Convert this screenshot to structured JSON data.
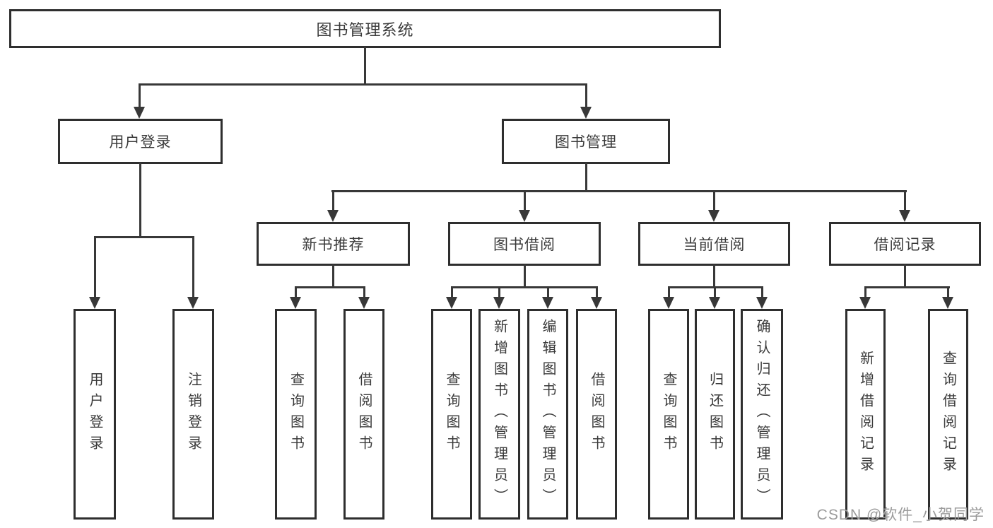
{
  "diagram_title": "图书管理系统",
  "watermark": "CSDN @软件_小贺同学",
  "colors": {
    "line": "#383838",
    "box_border": "#2e2e2e",
    "text": "#3a3a3a",
    "watermark": "#9b9b9b",
    "background": "#ffffff"
  },
  "tree": {
    "label": "图书管理系统",
    "children": [
      {
        "label": "用户登录",
        "children": [
          {
            "label": "用户登录"
          },
          {
            "label": "注销登录"
          }
        ]
      },
      {
        "label": "图书管理",
        "children": [
          {
            "label": "新书推荐",
            "children": [
              {
                "label": "查询图书"
              },
              {
                "label": "借阅图书"
              }
            ]
          },
          {
            "label": "图书借阅",
            "children": [
              {
                "label": "查询图书"
              },
              {
                "label": "新增图书（管理员）"
              },
              {
                "label": "编辑图书（管理员）"
              },
              {
                "label": "借阅图书"
              }
            ]
          },
          {
            "label": "当前借阅",
            "children": [
              {
                "label": "查询图书"
              },
              {
                "label": "归还图书"
              },
              {
                "label": "确认归还（管理员）"
              }
            ]
          },
          {
            "label": "借阅记录",
            "children": [
              {
                "label": "新增借阅记录"
              },
              {
                "label": "查询借阅记录"
              }
            ]
          }
        ]
      }
    ]
  }
}
